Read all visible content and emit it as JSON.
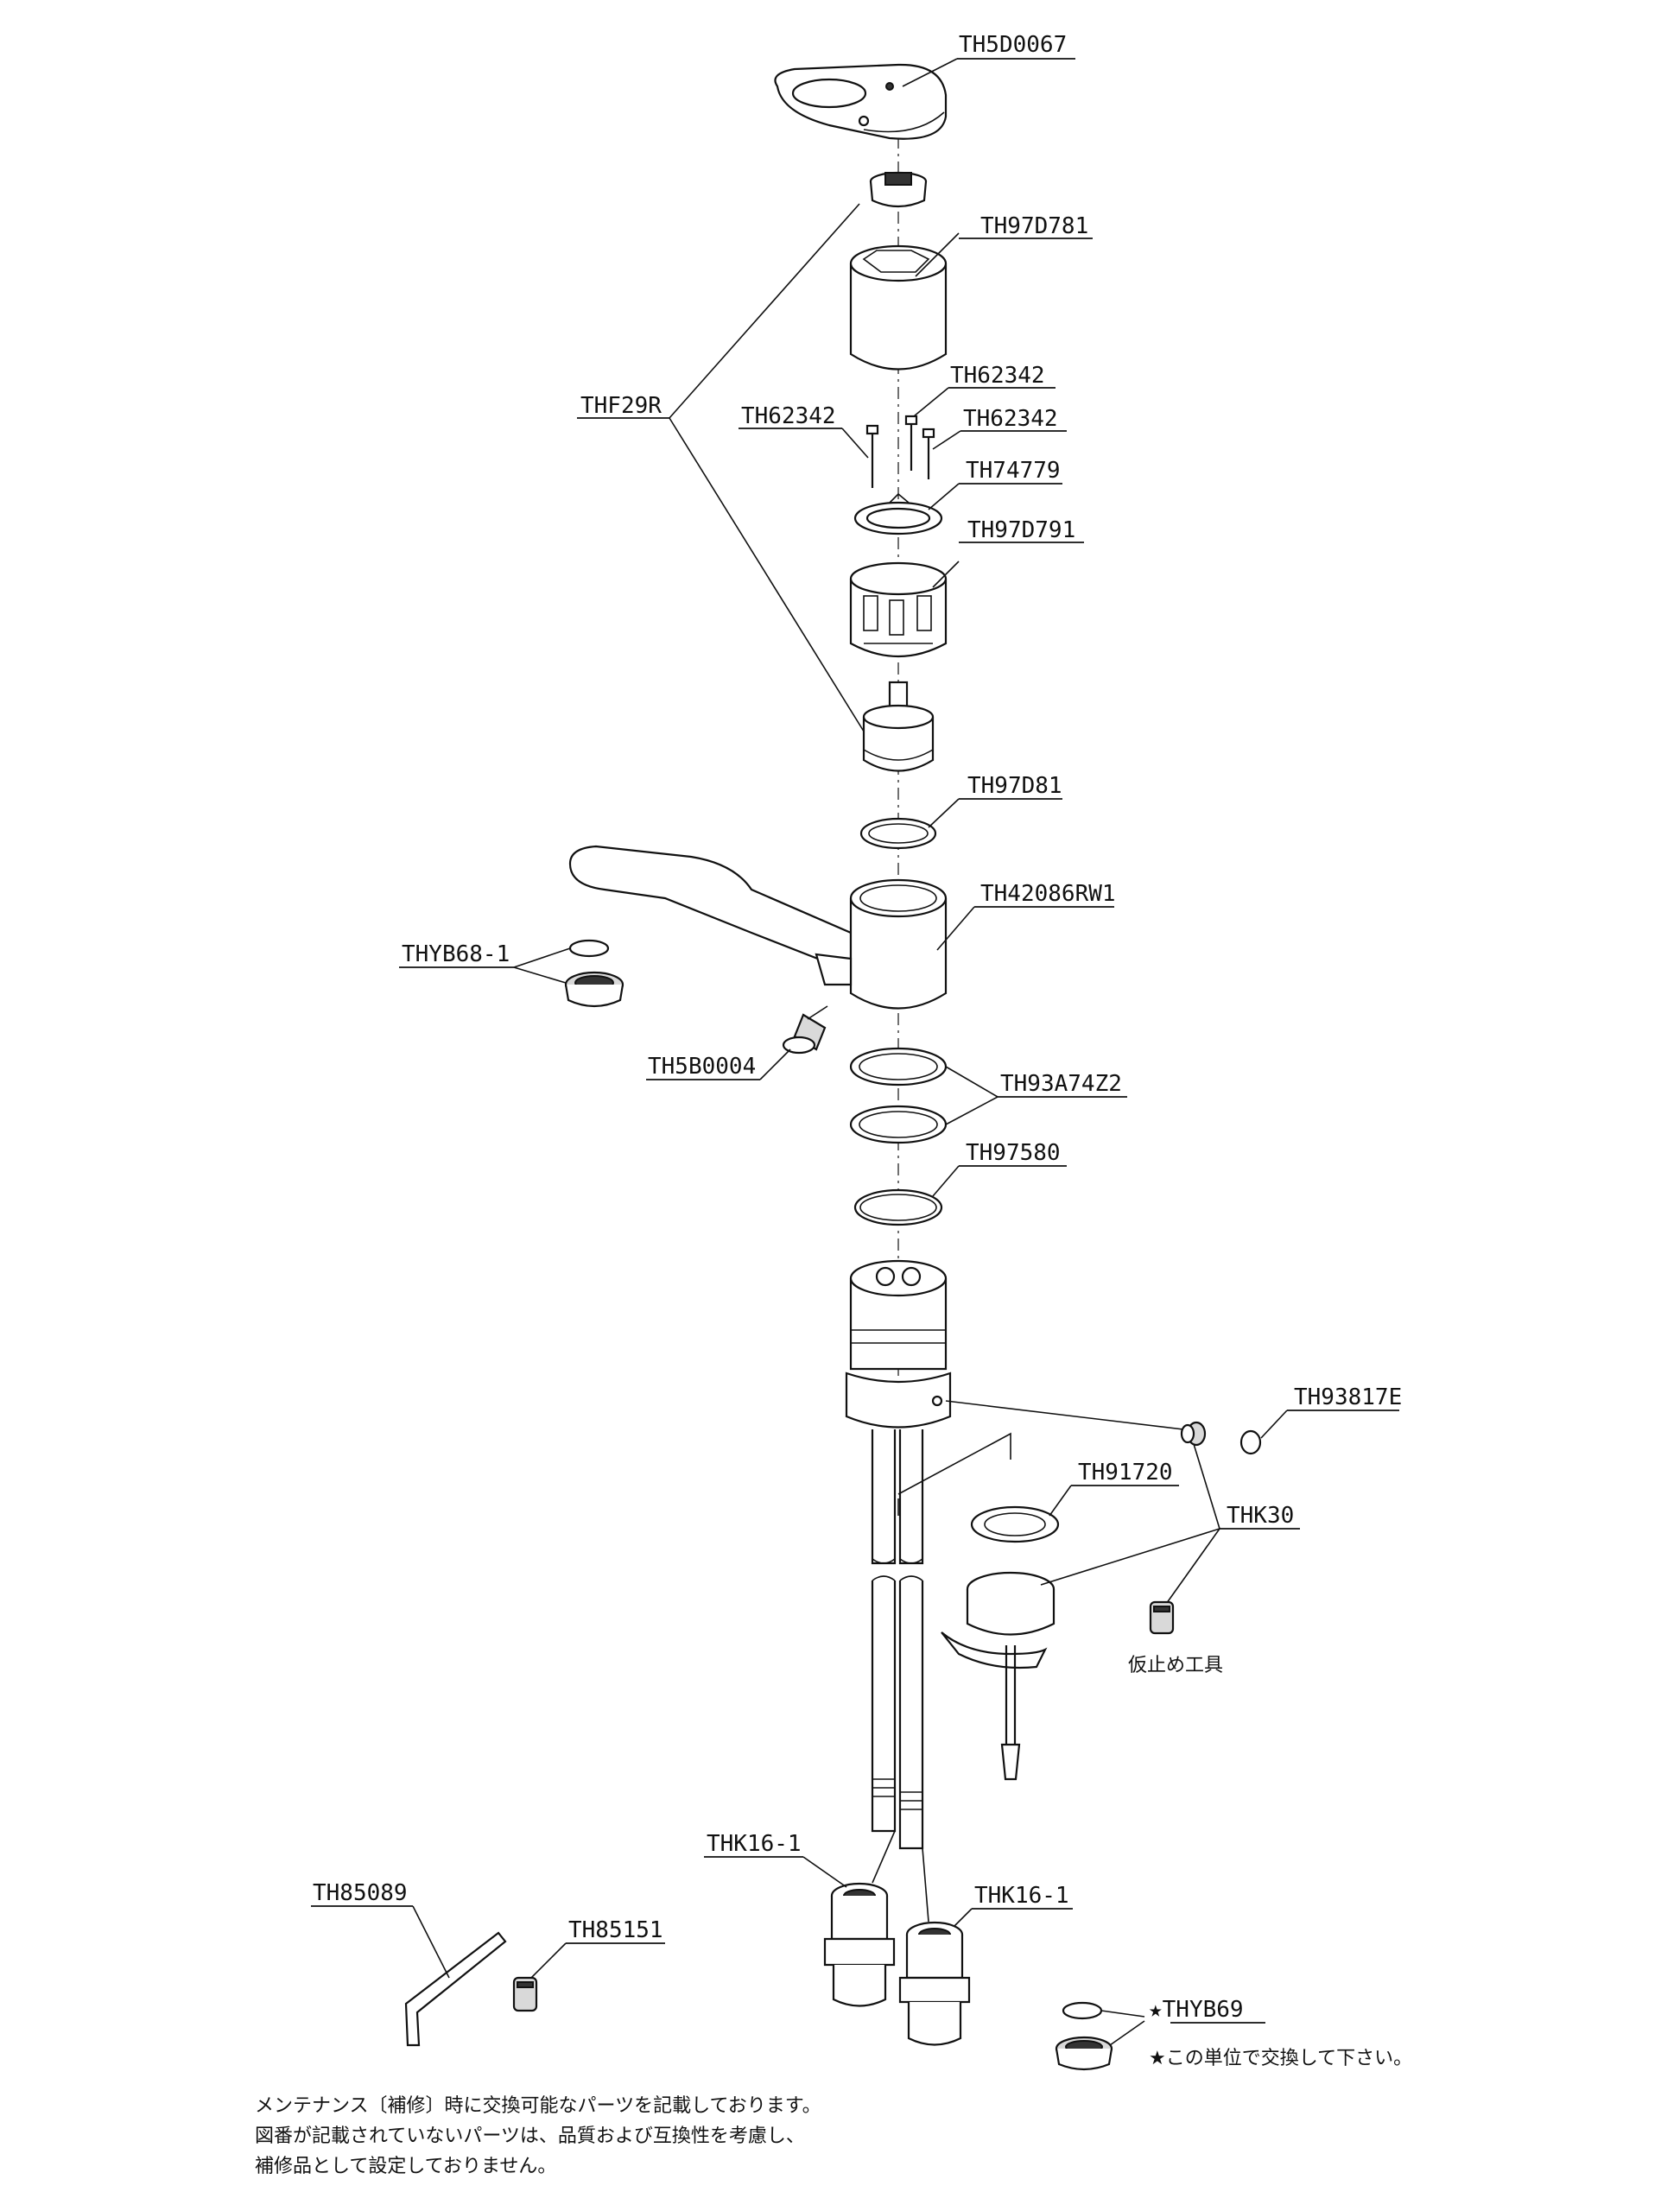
{
  "parts": {
    "th5d0067": "TH5D0067",
    "th97d781": "TH97D781",
    "thf29r": "THF29R",
    "th62342_a": "TH62342",
    "th62342_b": "TH62342",
    "th62342_c": "TH62342",
    "th74779": "TH74779",
    "th97d791": "TH97D791",
    "th97d81": "TH97D81",
    "th42086rw1": "TH42086RW1",
    "thyb68": "THYB68-1",
    "th5b0004": "TH5B0004",
    "th93a74z2": "TH93A74Z2",
    "th97580": "TH97580",
    "th93817e": "TH93817E",
    "th91720": "TH91720",
    "thk30": "THK30",
    "temp_tool": "仮止め工具",
    "thk16_a": "THK16-1",
    "thk16_b": "THK16-1",
    "th85089": "TH85089",
    "th85151": "TH85151",
    "thyb69": "★THYB69"
  },
  "notes": {
    "star_note": "★この単位で交換して下さい。",
    "footer_line1": "メンテナンス〔補修〕時に交換可能なパーツを記載しております。",
    "footer_line2": "図番が記載されていないパーツは、品質および互換性を考慮し、",
    "footer_line3": "補修品として設定しておりません。"
  }
}
